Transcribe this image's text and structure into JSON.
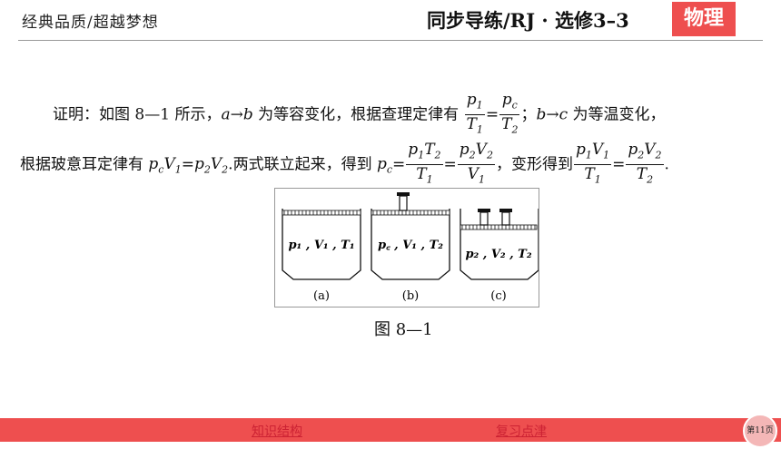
{
  "header": {
    "left_text": "经典品质/超越梦想",
    "right_text": "同步导练/RJ · 选修3–3",
    "subject": "物理"
  },
  "body": {
    "line1_a": "证明：如图 8—1 所示，",
    "line1_b": "a→b",
    "line1_c": " 为等容变化，根据查理定律有",
    "line1_d": "；",
    "line1_e": "b→c",
    "line1_f": " 为等温变化，",
    "line2_a": "根据玻意耳定律有 ",
    "line2_b": ".两式联立起来，得到 ",
    "line2_c": "，变形得到",
    "line2_d": "."
  },
  "figure": {
    "caption": "图 8—1",
    "containers": [
      {
        "label": "(a)",
        "state": "p₁ , V₁ , T₁"
      },
      {
        "label": "(b)",
        "state": "p꜀ , V₁ , T₂"
      },
      {
        "label": "(c)",
        "state": "p₂ , V₂ , T₂"
      }
    ]
  },
  "footer": {
    "link1": "知识结构",
    "link2": "复习点津",
    "page": "第11页"
  },
  "colors": {
    "accent": "#ee4f4f"
  }
}
